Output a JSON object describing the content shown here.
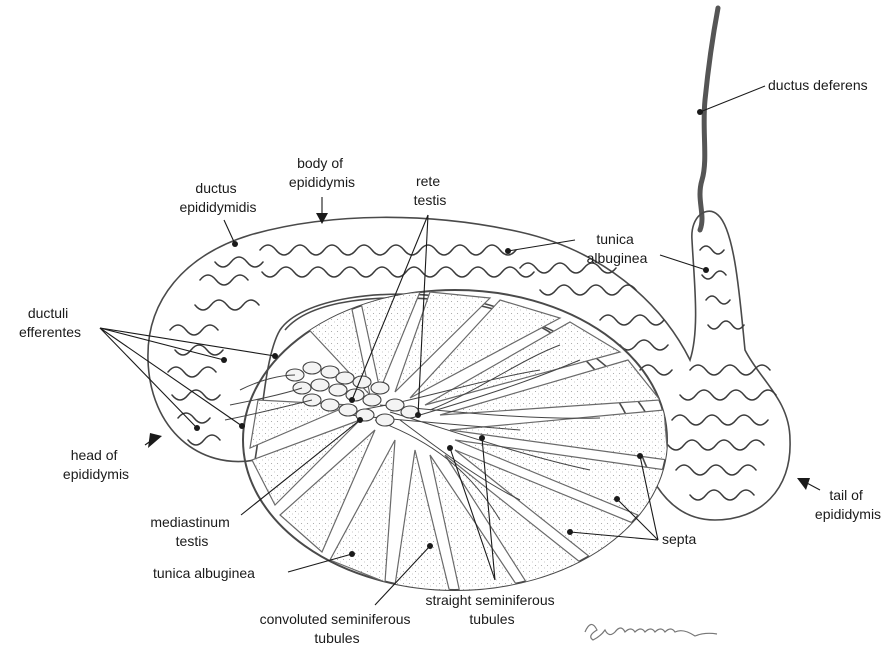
{
  "diagram": {
    "labels": {
      "ductus_deferens": "ductus deferens",
      "body_of_epididymis": [
        "body of",
        "epididymis"
      ],
      "ductus_epididymidis": [
        "ductus",
        "epididymidis"
      ],
      "rete_testis": [
        "rete",
        "testis"
      ],
      "tunica_albuginea_top": [
        "tunica",
        "albuginea"
      ],
      "ductuli_efferentes": [
        "ductuli",
        "efferentes"
      ],
      "head_of_epididymis": [
        "head of",
        "epididymis"
      ],
      "tail_of_epididymis": [
        "tail of",
        "epididymis"
      ],
      "septa": "septa",
      "mediastinum_testis": [
        "mediastinum",
        "testis"
      ],
      "tunica_albuginea_bottom": "tunica albuginea",
      "straight_seminiferous_tubules": [
        "straight seminiferous",
        "tubules"
      ],
      "convoluted_seminiferous_tubules": [
        "convoluted seminiferous",
        "tubules"
      ]
    },
    "colors": {
      "line": "#1a1a1a",
      "tissue_outline": "#4a4a4a",
      "background": "#ffffff"
    }
  }
}
